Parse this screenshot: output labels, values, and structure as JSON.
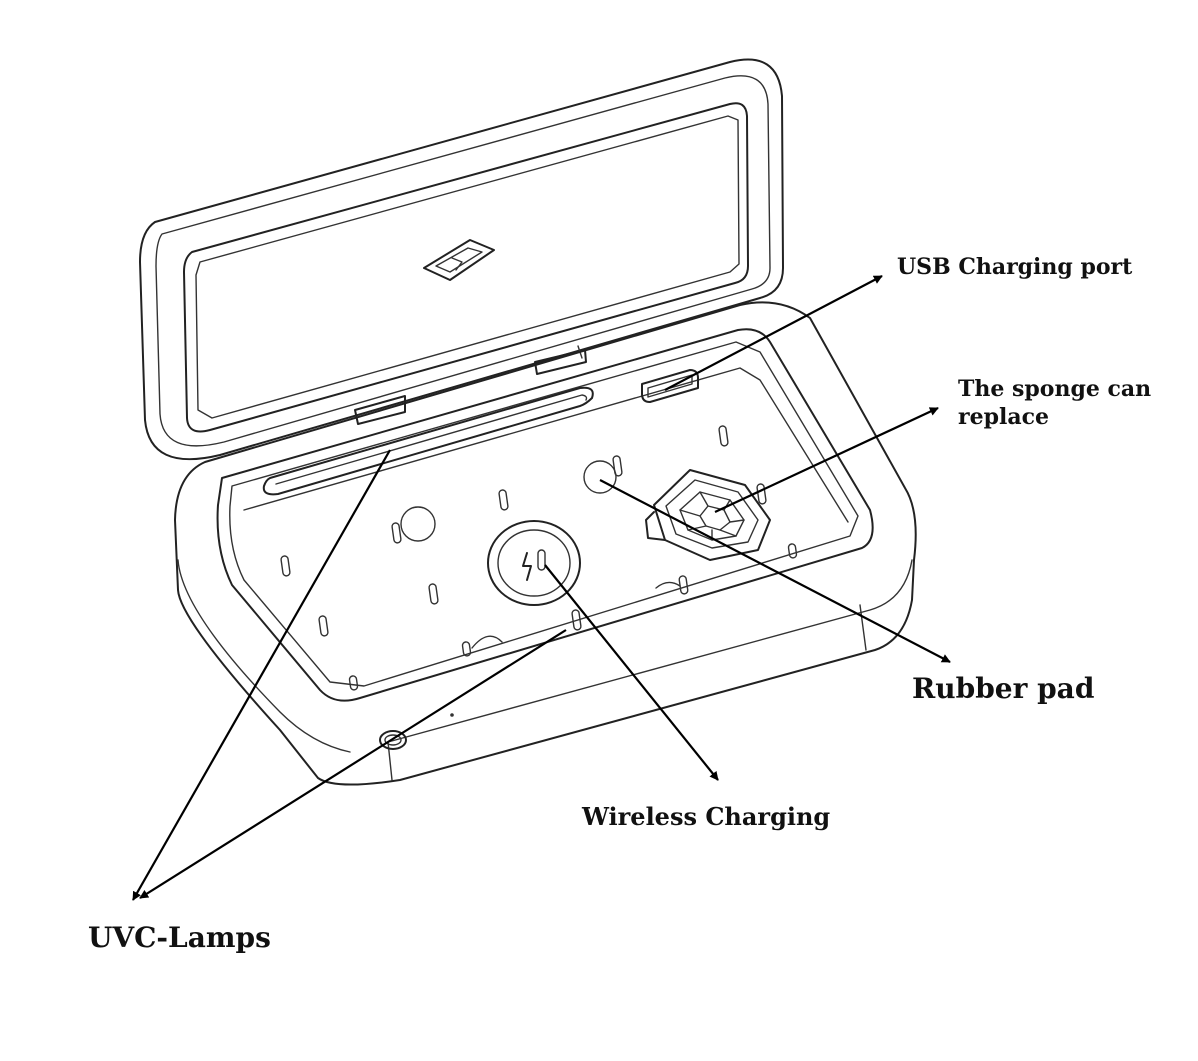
{
  "labels": {
    "usb": "USB  Charging port",
    "sponge_line1": "The sponge can",
    "sponge_line2": "replace",
    "rubber": "Rubber pad",
    "wireless": "Wireless Charging",
    "uvc": "UVC-Lamps"
  },
  "colors": {
    "line": "#222222",
    "text": "#111111",
    "background": "#ffffff"
  }
}
